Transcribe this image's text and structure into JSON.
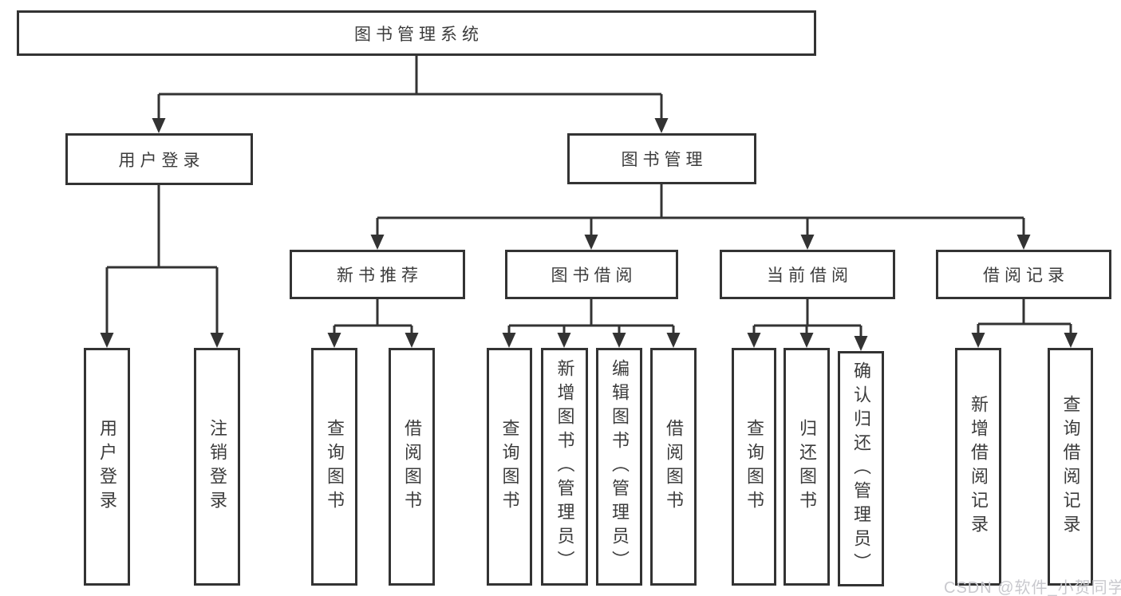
{
  "diagram": {
    "type": "hierarchy-diagram",
    "tree": {
      "root": {
        "label": "图书管理系统",
        "children": [
          {
            "label": "用户登录",
            "children": [
              {
                "label": "用户登录"
              },
              {
                "label": "注销登录"
              }
            ]
          },
          {
            "label": "图书管理",
            "children": [
              {
                "label": "新书推荐",
                "children": [
                  {
                    "label": "查询图书"
                  },
                  {
                    "label": "借阅图书"
                  }
                ]
              },
              {
                "label": "图书借阅",
                "children": [
                  {
                    "label": "查询图书"
                  },
                  {
                    "label": "新增图书（管理员）"
                  },
                  {
                    "label": "编辑图书（管理员）"
                  },
                  {
                    "label": "借阅图书"
                  }
                ]
              },
              {
                "label": "当前借阅",
                "children": [
                  {
                    "label": "查询图书"
                  },
                  {
                    "label": "归还图书"
                  },
                  {
                    "label": "确认归还（管理员）"
                  }
                ]
              },
              {
                "label": "借阅记录",
                "children": [
                  {
                    "label": "新增借阅记录"
                  },
                  {
                    "label": "查询借阅记录"
                  }
                ]
              }
            ]
          }
        ]
      }
    },
    "colors": {
      "line": "#333333",
      "text": "#3c3c3c",
      "background": "#ffffff",
      "watermark": "#c9c9ce"
    }
  },
  "watermark": "CSDN @软件_小贺同学"
}
